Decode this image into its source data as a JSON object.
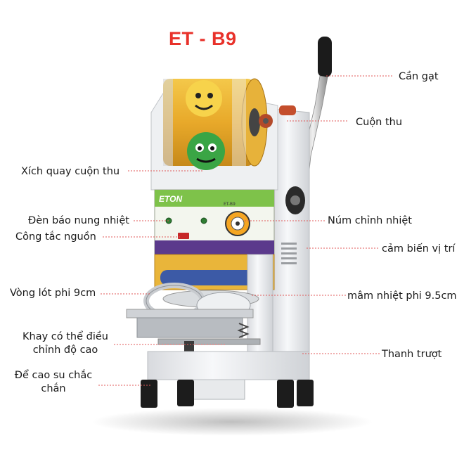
{
  "title": "ET - B9",
  "labels": {
    "lever": "Cần gạt",
    "take_up_roll": "Cuộn thu",
    "chain": "Xích quay cuộn thu",
    "heat_light": "Đèn báo nung nhiệt",
    "temp_knob": "Núm chỉnh nhiệt",
    "power_switch": "Công tắc nguồn",
    "position_sensor": "cảm biến vị trí",
    "cup_ring": "Vòng lót phi 9cm",
    "heat_plate": "mâm nhiệt phi 9.5cm",
    "tray_line1": "Khay có thể điều",
    "tray_line2": "chỉnh độ cao",
    "slide_bar": "Thanh trượt",
    "feet_line1": "Để cao su chắc",
    "feet_line2": "chắn"
  },
  "panel": {
    "brand": "ETON",
    "model": "ET-B9"
  },
  "colors": {
    "title": "#e8312a",
    "leader": "#e05a5a",
    "panel_green": "#7ec24a",
    "panel_purple": "#5b3a8c"
  }
}
